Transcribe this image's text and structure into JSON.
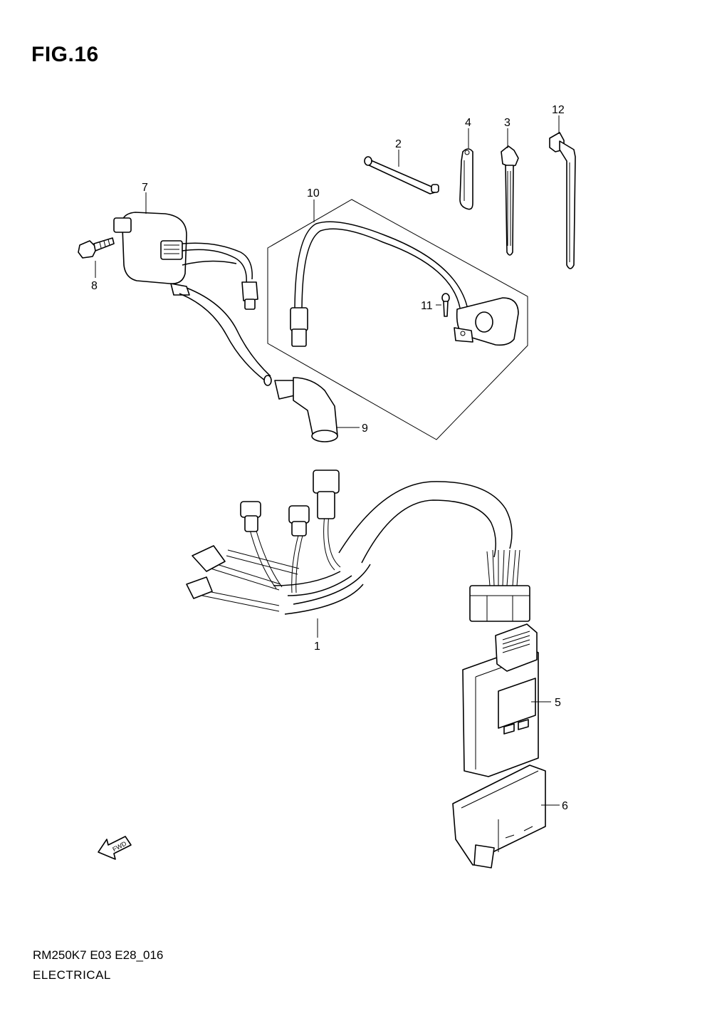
{
  "figure": {
    "title": "FIG.16"
  },
  "footer": {
    "code": "RM250K7 E03 E28_016",
    "name": "ELECTRICAL"
  },
  "callouts": [
    "1",
    "2",
    "3",
    "4",
    "5",
    "6",
    "7",
    "8",
    "9",
    "10",
    "11",
    "12"
  ],
  "fwd_label": "FWD",
  "icons": {
    "direction_arrow": "fwd-arrow-icon"
  }
}
